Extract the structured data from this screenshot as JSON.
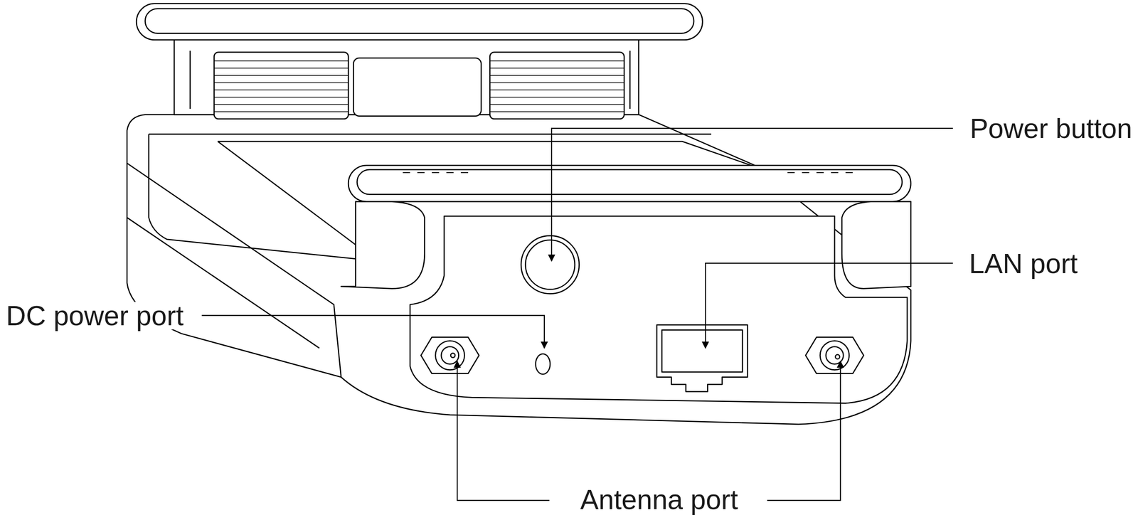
{
  "diagram": {
    "labels": [
      "Power button",
      "LAN port",
      "DC power port",
      "Antenna port"
    ]
  }
}
